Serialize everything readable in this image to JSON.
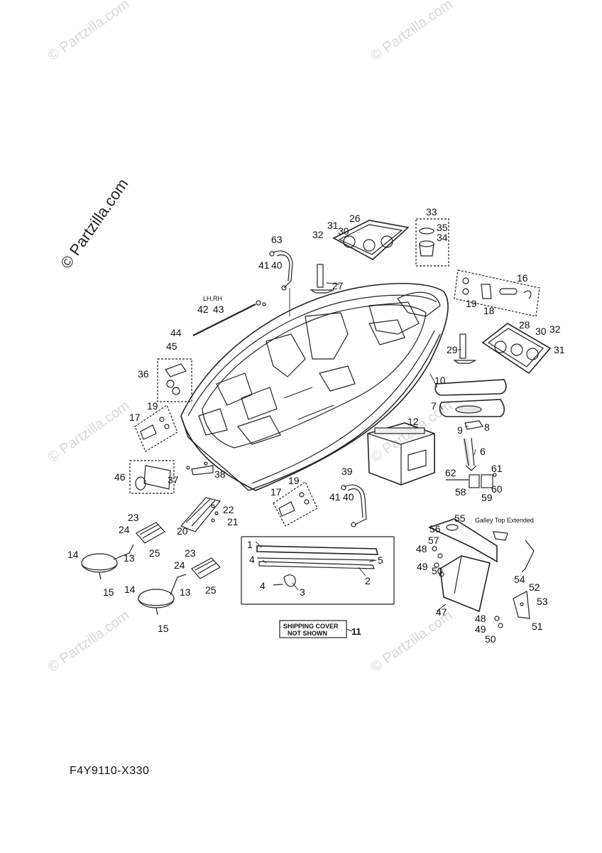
{
  "watermark": {
    "main": "© Partzilla.com",
    "faint": "© Partzilla.com"
  },
  "figure_code": "F4Y9110-X330",
  "notes": {
    "shipping_cover_line1": "SHIPPING COVER",
    "shipping_cover_line2": "NOT SHOWN",
    "lh_rh": "LH,RH",
    "galley_top": "Galley Top Extended"
  },
  "callouts": {
    "n1": "1",
    "n2": "2",
    "n3": "3",
    "n4a": "4",
    "n4b": "4",
    "n5": "5",
    "n6": "6",
    "n7": "7",
    "n8": "8",
    "n9": "9",
    "n10": "10",
    "n11": "11",
    "n12": "12",
    "n13a": "13",
    "n13b": "13",
    "n14a": "14",
    "n14b": "14",
    "n15a": "15",
    "n15b": "15",
    "n16": "16",
    "n17a": "17",
    "n17b": "17",
    "n18": "18",
    "n19a": "19",
    "n19b": "19",
    "n19c": "19",
    "n20": "20",
    "n21": "21",
    "n22": "22",
    "n23a": "23",
    "n23b": "23",
    "n24a": "24",
    "n24b": "24",
    "n25a": "25",
    "n25b": "25",
    "n26": "26",
    "n27": "27",
    "n28": "28",
    "n29": "29",
    "n30a": "30",
    "n30b": "30",
    "n31a": "31",
    "n31b": "31",
    "n32a": "32",
    "n32b": "32",
    "n33": "33",
    "n34": "34",
    "n35": "35",
    "n36": "36",
    "n37": "37",
    "n38": "38",
    "n39": "39",
    "n40a": "40",
    "n40b": "40",
    "n41a": "41",
    "n41b": "41",
    "n42": "42",
    "n43": "43",
    "n44": "44",
    "n45": "45",
    "n46": "46",
    "n47": "47",
    "n48a": "48",
    "n48b": "48",
    "n49a": "49",
    "n49b": "49",
    "n50a": "50",
    "n50b": "50",
    "n51": "51",
    "n52": "52",
    "n53": "53",
    "n54": "54",
    "n55": "55",
    "n56": "56",
    "n57": "57",
    "n58": "58",
    "n59": "59",
    "n60": "60",
    "n61": "61",
    "n62": "62",
    "n63": "63"
  }
}
